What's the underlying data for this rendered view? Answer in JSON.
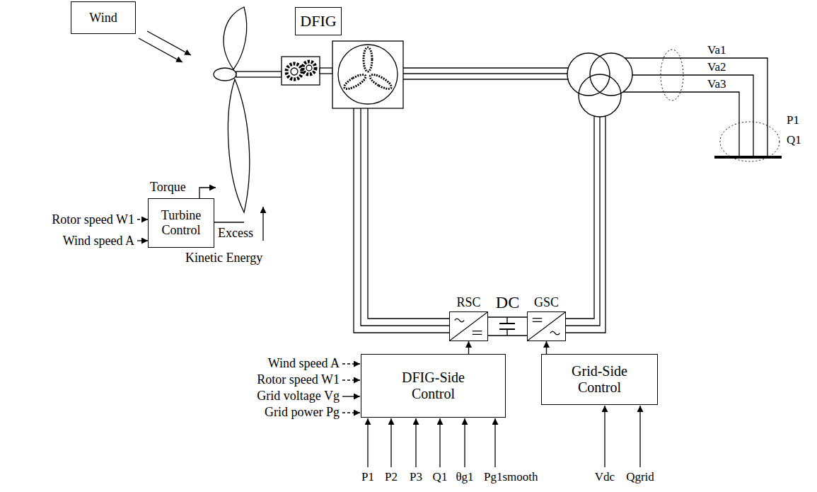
{
  "diagram": {
    "nodes": [
      {
        "text": [
          "Wind"
        ]
      },
      {
        "text": [
          "DFIG"
        ]
      },
      {
        "text": [
          "Turbine Control"
        ]
      },
      {
        "text": [
          "RSC"
        ]
      },
      {
        "text": [
          "GSC"
        ]
      },
      {
        "text": [
          "DFIG-Side Control"
        ]
      },
      {
        "text": [
          "Grid-Side Control"
        ]
      }
    ],
    "edges": [
      {
        "from": 5,
        "to": 3,
        "arrow": "to"
      },
      {
        "from": 6,
        "to": 4,
        "arrow": "to"
      },
      {
        "from": 3,
        "to": 4,
        "arrow": "none",
        "label": "DC"
      }
    ],
    "labels": [
      "Torque",
      "Rotor speed W1",
      "Wind speed A",
      "Excess",
      "Kinetic Energy",
      "Wind speed A",
      "Rotor speed W1",
      "Grid voltage Vg",
      "Grid power Pg",
      "P1",
      "P2",
      "P3",
      "Q1",
      "θg1",
      "Pg1smooth",
      "Vdc",
      "Qgrid",
      "Va1",
      "Va2",
      "Va3",
      "P1",
      "Q1"
    ]
  }
}
